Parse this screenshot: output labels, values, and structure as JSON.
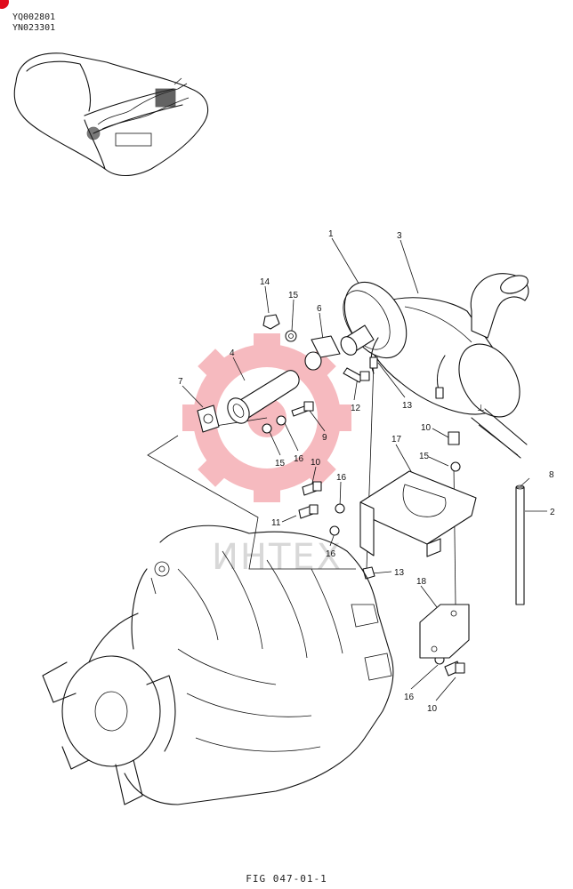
{
  "header": {
    "code_1": "YQ002801",
    "code_2": "YN023301"
  },
  "watermark": {
    "text": "ИНТЕХ",
    "color": "#e00b1c"
  },
  "callouts": [
    {
      "id": "c-1",
      "label": "1"
    },
    {
      "id": "c-3",
      "label": "3"
    },
    {
      "id": "c-14",
      "label": "14"
    },
    {
      "id": "c-15a",
      "label": "15"
    },
    {
      "id": "c-6",
      "label": "6"
    },
    {
      "id": "c-4",
      "label": "4"
    },
    {
      "id": "c-7",
      "label": "7"
    },
    {
      "id": "c-12",
      "label": "12"
    },
    {
      "id": "c-13a",
      "label": "13"
    },
    {
      "id": "c-9",
      "label": "9"
    },
    {
      "id": "c-15b",
      "label": "15"
    },
    {
      "id": "c-16a",
      "label": "16"
    },
    {
      "id": "c-10a",
      "label": "10"
    },
    {
      "id": "c-16b",
      "label": "16"
    },
    {
      "id": "c-11",
      "label": "11"
    },
    {
      "id": "c-16c",
      "label": "16"
    },
    {
      "id": "c-17",
      "label": "17"
    },
    {
      "id": "c-10b",
      "label": "10"
    },
    {
      "id": "c-15c",
      "label": "15"
    },
    {
      "id": "c-8",
      "label": "8"
    },
    {
      "id": "c-2",
      "label": "2"
    },
    {
      "id": "c-13b",
      "label": "13"
    },
    {
      "id": "c-18",
      "label": "18"
    },
    {
      "id": "c-16d",
      "label": "16"
    },
    {
      "id": "c-10c",
      "label": "10"
    }
  ],
  "footer": {
    "caption": "FIG 047-01-1"
  }
}
